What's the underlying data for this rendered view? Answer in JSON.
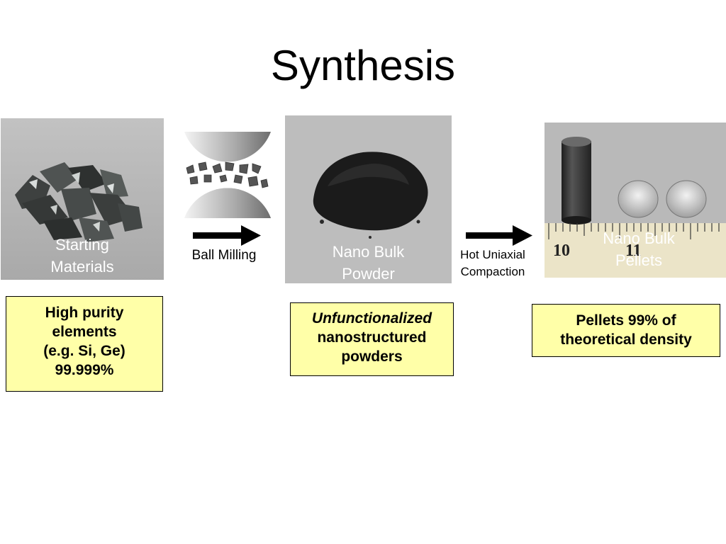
{
  "title": "Synthesis",
  "photos": {
    "starting": {
      "label_line1": "Starting",
      "label_line2": "Materials"
    },
    "powder": {
      "label_line1": "Nano Bulk",
      "label_line2": "Powder"
    },
    "pellets": {
      "label_line1": "Nano Bulk",
      "label_line2": "Pellets",
      "ruler_10": "10",
      "ruler_11": "11"
    }
  },
  "steps": {
    "ball_milling": {
      "label": "Ball Milling"
    },
    "compaction": {
      "label_line1": "Hot Uniaxial",
      "label_line2": "Compaction"
    }
  },
  "boxes": {
    "starting": {
      "line1": "High purity",
      "line2": "elements",
      "line3": "(e.g. Si, Ge)",
      "line4": "99.999%"
    },
    "powder": {
      "line1": "Unfunctionalized",
      "line2": "nanostructured",
      "line3": "powders"
    },
    "pellets": {
      "line1": "Pellets 99% of",
      "line2": "theoretical density"
    }
  },
  "colors": {
    "box_fill": "#ffffa8",
    "photo_bg": "#b4b4b4",
    "arrow": "#000000"
  }
}
